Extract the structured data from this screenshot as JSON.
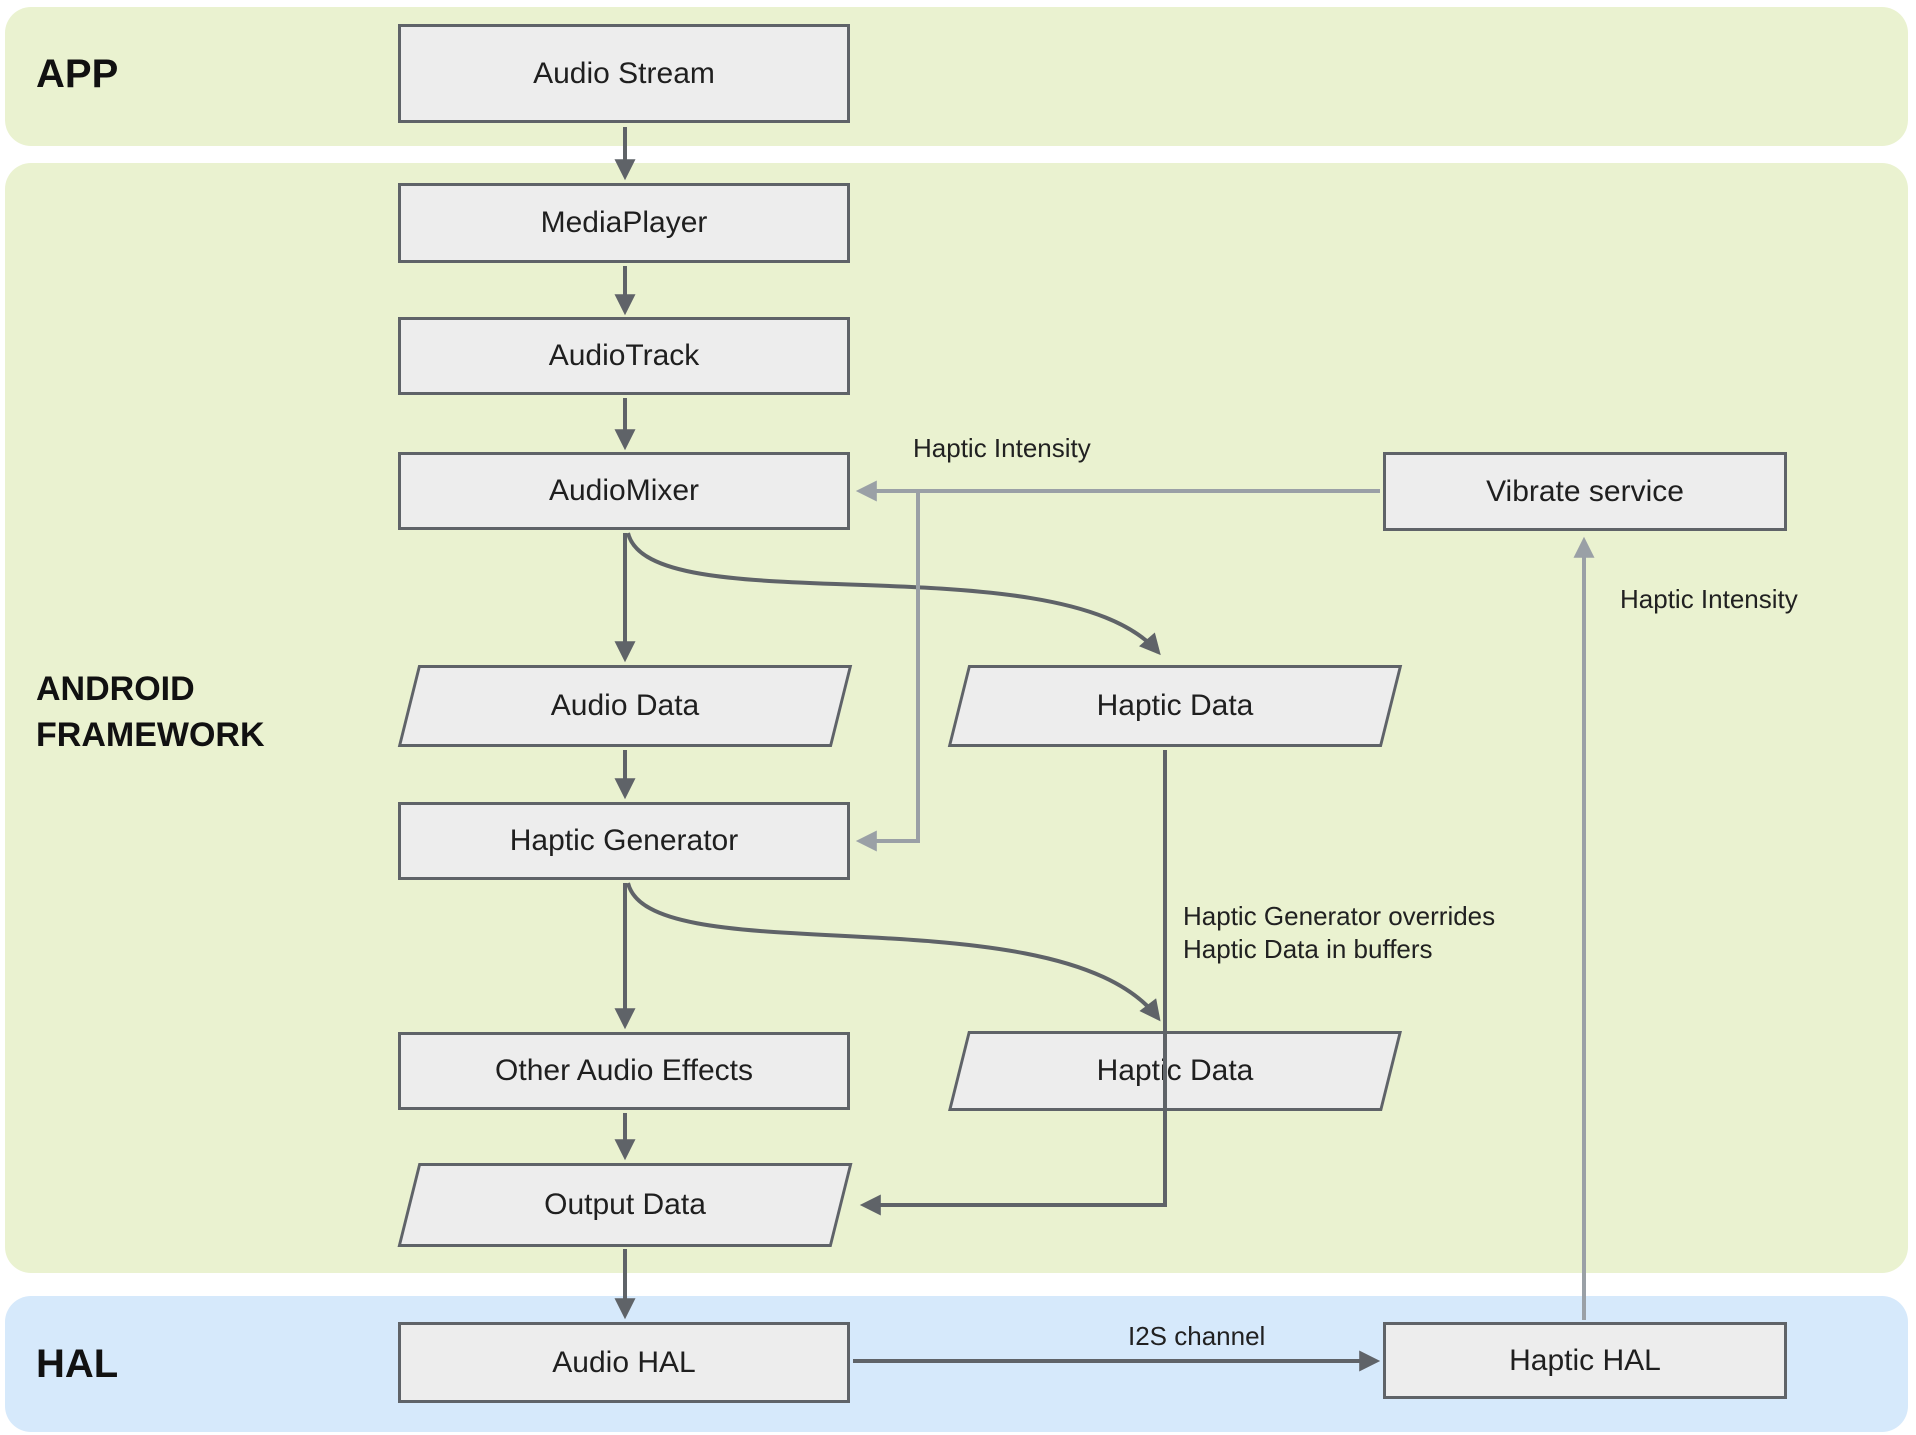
{
  "diagram": {
    "title_hint": "Android audio-haptic pipeline diagram",
    "lanes": [
      {
        "label": "APP"
      },
      {
        "label": "ANDROID FRAMEWORK"
      },
      {
        "label": "HAL"
      }
    ],
    "nodes": [
      {
        "id": "audio-stream",
        "label": "Audio Stream",
        "shape": "rect",
        "lane": "APP"
      },
      {
        "id": "media-player",
        "label": "MediaPlayer",
        "shape": "rect",
        "lane": "ANDROID FRAMEWORK"
      },
      {
        "id": "audio-track",
        "label": "AudioTrack",
        "shape": "rect",
        "lane": "ANDROID FRAMEWORK"
      },
      {
        "id": "audio-mixer",
        "label": "AudioMixer",
        "shape": "rect",
        "lane": "ANDROID FRAMEWORK"
      },
      {
        "id": "audio-data",
        "label": "Audio Data",
        "shape": "parallelogram",
        "lane": "ANDROID FRAMEWORK"
      },
      {
        "id": "haptic-data-upper",
        "label": "Haptic Data",
        "shape": "parallelogram",
        "lane": "ANDROID FRAMEWORK"
      },
      {
        "id": "haptic-generator",
        "label": "Haptic Generator",
        "shape": "rect",
        "lane": "ANDROID FRAMEWORK"
      },
      {
        "id": "other-audio-effects",
        "label": "Other Audio Effects",
        "shape": "rect",
        "lane": "ANDROID FRAMEWORK"
      },
      {
        "id": "haptic-data-lower",
        "label": "Haptic Data",
        "shape": "parallelogram",
        "lane": "ANDROID FRAMEWORK"
      },
      {
        "id": "output-data",
        "label": "Output Data",
        "shape": "parallelogram",
        "lane": "ANDROID FRAMEWORK"
      },
      {
        "id": "vibrate-service",
        "label": "Vibrate service",
        "shape": "rect",
        "lane": "ANDROID FRAMEWORK"
      },
      {
        "id": "audio-hal",
        "label": "Audio HAL",
        "shape": "rect",
        "lane": "HAL"
      },
      {
        "id": "haptic-hal",
        "label": "Haptic HAL",
        "shape": "rect",
        "lane": "HAL"
      }
    ],
    "edges": [
      {
        "from": "Audio Stream",
        "to": "MediaPlayer"
      },
      {
        "from": "MediaPlayer",
        "to": "AudioTrack"
      },
      {
        "from": "AudioTrack",
        "to": "AudioMixer"
      },
      {
        "from": "AudioMixer",
        "to": "Audio Data"
      },
      {
        "from": "AudioMixer",
        "to": "Haptic Data"
      },
      {
        "from": "Audio Data",
        "to": "Haptic Generator"
      },
      {
        "from": "Haptic Generator",
        "to": "Other Audio Effects"
      },
      {
        "from": "Haptic Generator",
        "to": "Haptic Data",
        "label": "Haptic Generator overrides\nHaptic Data in buffers"
      },
      {
        "from": "Haptic Data",
        "to": "Output Data"
      },
      {
        "from": "Other Audio Effects",
        "to": "Output Data"
      },
      {
        "from": "Output Data",
        "to": "Audio HAL"
      },
      {
        "from": "Audio HAL",
        "to": "Haptic HAL",
        "label": "I2S channel"
      },
      {
        "from": "Vibrate service",
        "to": "AudioMixer",
        "label": "Haptic Intensity"
      },
      {
        "from": "Vibrate service",
        "to": "Haptic Generator"
      },
      {
        "from": "Haptic HAL",
        "to": "Vibrate service",
        "label": "Haptic Intensity"
      }
    ],
    "colors": {
      "lane_app": "#eaf2d0",
      "lane_framework": "#eaf2d0",
      "lane_hal": "#d6e9fb",
      "node_fill": "#ededed",
      "node_border": "#5f6368",
      "arrow_dark": "#5f6368",
      "arrow_light": "#9aa0a6",
      "background": "#ffffff"
    }
  }
}
